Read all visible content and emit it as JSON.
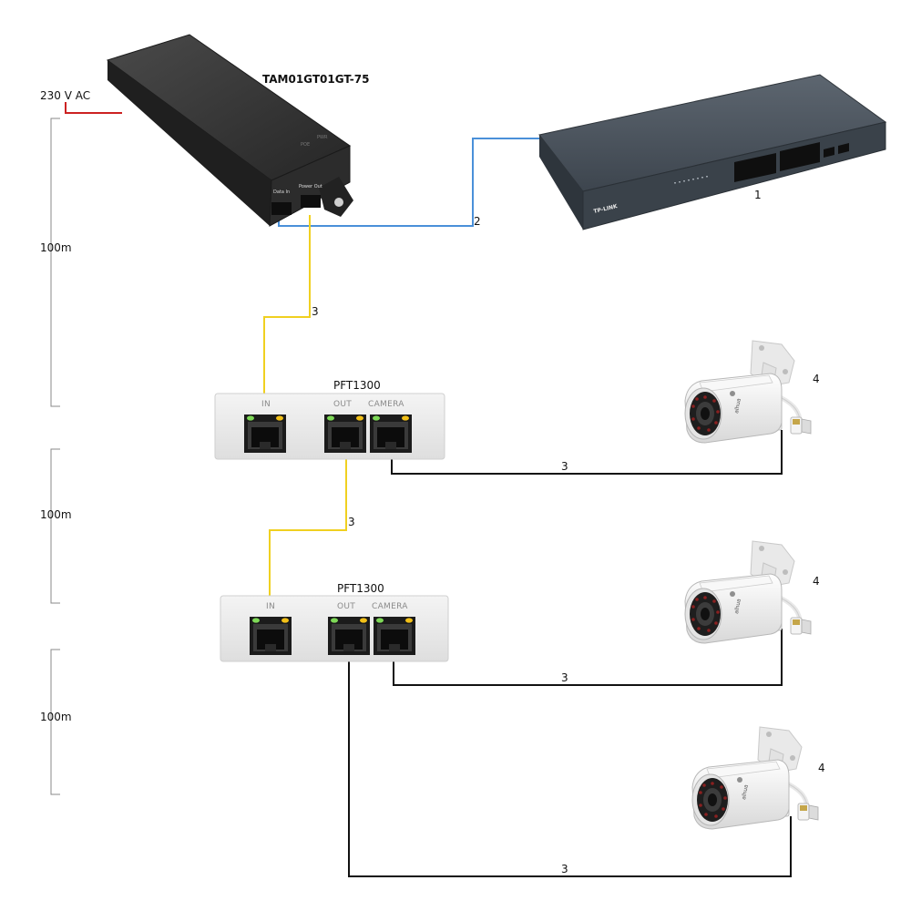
{
  "power_input": {
    "label": "230 V AC",
    "color": "#cc2222"
  },
  "injector": {
    "model": "TAM01GT01GT-75",
    "port_data_in": "Data In",
    "port_power_out": "Power Out",
    "led_poe": "POE",
    "led_pwr": "PWR"
  },
  "switch": {
    "marker": "1",
    "brand": "TP-LINK"
  },
  "extenders": [
    {
      "model": "PFT1300",
      "port_in": "IN",
      "port_out": "OUT",
      "port_camera": "CAMERA"
    },
    {
      "model": "PFT1300",
      "port_in": "IN",
      "port_out": "OUT",
      "port_camera": "CAMERA"
    }
  ],
  "cameras": [
    {
      "marker": "4"
    },
    {
      "marker": "4"
    },
    {
      "marker": "4"
    }
  ],
  "cables": {
    "switch_to_injector": {
      "marker": "2",
      "color": "#4a90d9"
    },
    "injector_to_ext1": {
      "marker": "3",
      "color": "#f0d020"
    },
    "ext1_to_cam1": {
      "marker": "3",
      "color": "#111111"
    },
    "ext1_to_ext2": {
      "marker": "3",
      "color": "#f0d020"
    },
    "ext2_to_cam2": {
      "marker": "3",
      "color": "#111111"
    },
    "ext2_to_cam3": {
      "marker": "3",
      "color": "#111111"
    }
  },
  "distances": [
    {
      "label": "100m"
    },
    {
      "label": "100m"
    },
    {
      "label": "100m"
    }
  ]
}
